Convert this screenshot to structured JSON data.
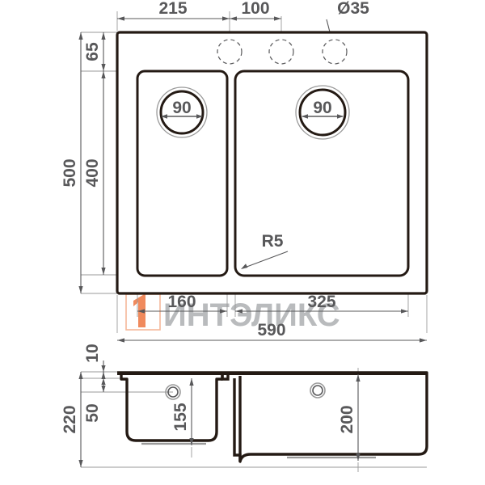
{
  "drawing": {
    "title": "kitchen-sink-technical-drawing",
    "colors": {
      "outline": "#241a14",
      "dimension": "#58585a",
      "thin_line": "#9a9a9a",
      "watermark": "#b9bbbd",
      "logo_orange": "#f08a5d",
      "logo_box": "#f5b799",
      "background": "#ffffff"
    },
    "views": {
      "top": {
        "name": "top-view",
        "dimensions": {
          "tap_hole_offset_left": "215",
          "tap_hole_spacing": "100",
          "tap_hole_diameter": "Ø35",
          "top_edge_to_bowl": "65",
          "overall_height": "500",
          "bowl_height": "400",
          "corner_radius": "R5",
          "left_bowl_width": "160",
          "right_bowl_width": "325",
          "overall_width": "590",
          "left_drain_diameter": "90",
          "right_drain_diameter": "90"
        }
      },
      "section": {
        "name": "section-view",
        "dimensions": {
          "rim_thickness": "10",
          "overflow_height": "50",
          "overall_depth": "220",
          "left_bowl_depth": "155",
          "right_bowl_depth": "200"
        }
      }
    },
    "watermark": {
      "text": "ИНТЭЛИКС",
      "logo_glyph": "1"
    }
  }
}
